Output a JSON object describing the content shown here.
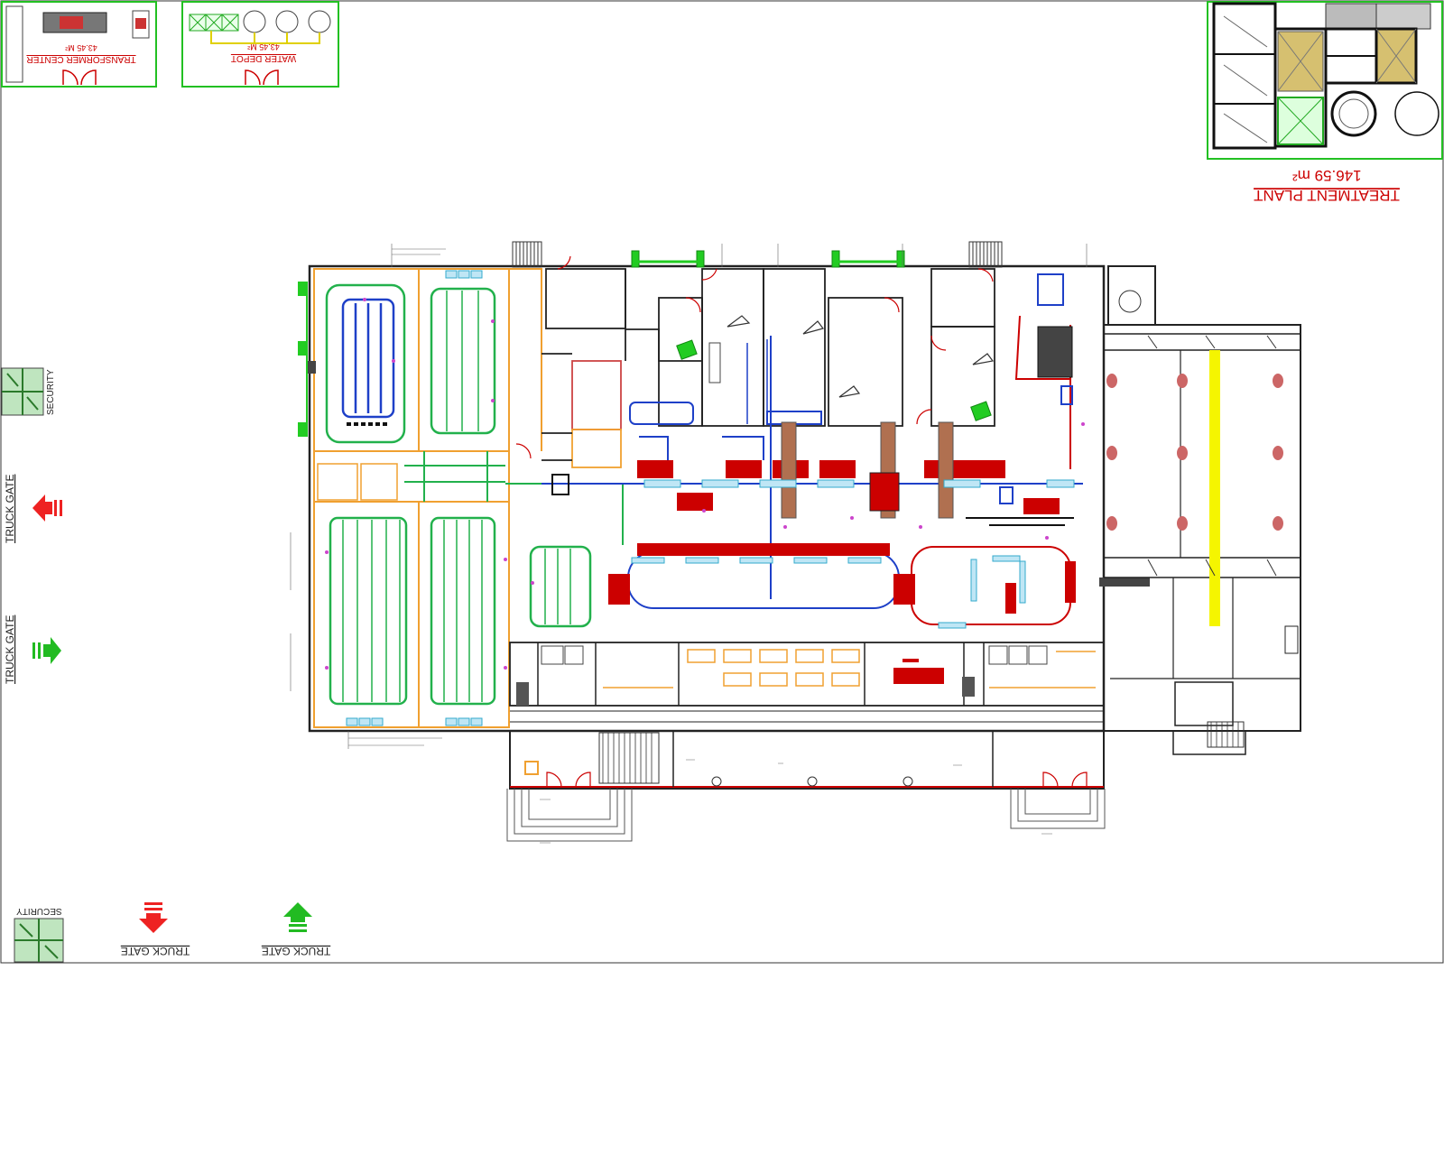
{
  "colors": {
    "wall": "#222222",
    "stream": "#22b14c",
    "orange": "#f0a030",
    "machine": "#cc0000",
    "label": "#cc0000",
    "blue": "#1e40c8",
    "cyan": "#33aacc",
    "yellow": "#f5f500",
    "magenta": "#cc44cc"
  },
  "utilities": {
    "transformer": {
      "title": "TRANSFORMER CENTER",
      "area": "43.45 M²"
    },
    "water": {
      "title": "WATER DEPOT",
      "area": "43.45 M²"
    },
    "treatment": {
      "title": "TREATMENT PLANT",
      "area": "146.59 m²"
    }
  },
  "gates": {
    "left_security": "SECURITY",
    "left_gate_top": "TRUCK GATE",
    "left_gate_bottom": "TRUCK GATE",
    "bottom_security": "SECURITY",
    "bottom_gate_in": "TRUCK GATE",
    "bottom_gate_out": "TRUCK GATE"
  },
  "icons": {
    "gate_in": "arrow-left-icon",
    "gate_out": "arrow-right-icon",
    "gate_down": "arrow-down-icon",
    "gate_up": "arrow-up-icon",
    "security": "security-booth-icon",
    "door": "door-swing-icon"
  }
}
